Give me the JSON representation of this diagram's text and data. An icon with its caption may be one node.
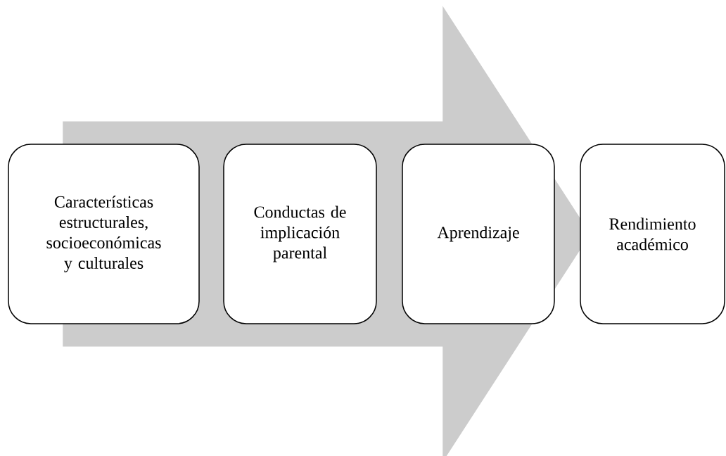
{
  "diagram": {
    "nodes": [
      {
        "text": [
          "Características estructurales, socioeconómicas y culturales"
        ]
      },
      {
        "text": [
          "Conductas de implicación parental"
        ]
      },
      {
        "text": [
          "Aprendizaje"
        ]
      },
      {
        "text": [
          "Rendimiento académico"
        ]
      }
    ],
    "edges": [
      {
        "from": 0,
        "to": 3,
        "arrow": "to"
      }
    ]
  }
}
